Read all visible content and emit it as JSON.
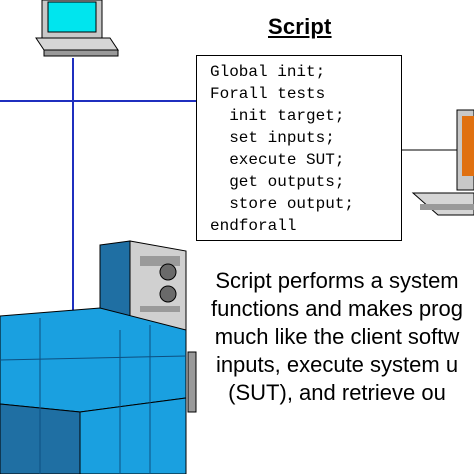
{
  "script": {
    "title": "Script",
    "code_lines": [
      "Global init;",
      "Forall tests",
      "  init target;",
      "  set inputs;",
      "  execute SUT;",
      "  get outputs;",
      "  store output;",
      "endforall"
    ]
  },
  "description": {
    "lines": [
      "Script performs a system",
      "functions and makes prog",
      "much like the client softw",
      "inputs, execute system u",
      "(SUT), and retrieve ou"
    ]
  },
  "icons": [
    "workstation-icon",
    "desktop-terminal-icon",
    "mainframe-server-icon"
  ],
  "colors": {
    "network_line": "#1f2fbf",
    "screen": "#00e5ee",
    "server_blue": "#1aa0e0",
    "server_dark": "#1f6fa3"
  }
}
